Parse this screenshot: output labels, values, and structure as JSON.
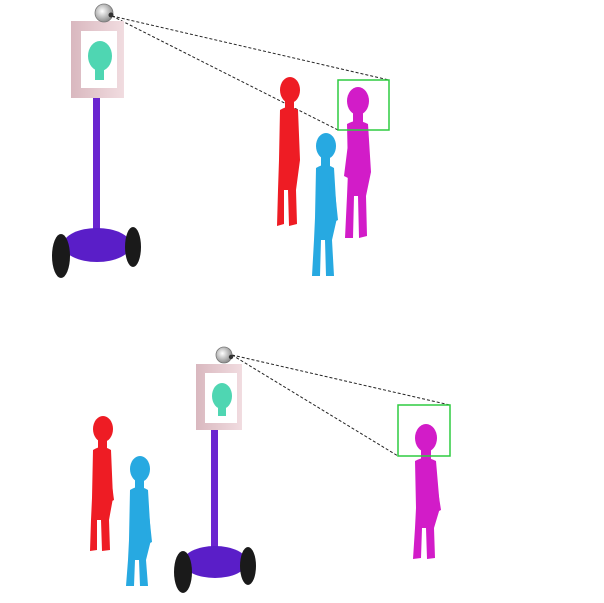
{
  "panels": [
    {
      "id": "panel-top",
      "robot": "telepresence-robot",
      "camera_target": "magenta-person",
      "people": [
        {
          "name": "red-person",
          "color": "#ee1c24"
        },
        {
          "name": "blue-person",
          "color": "#27a9e1"
        },
        {
          "name": "magenta-person",
          "color": "#d21cc8"
        }
      ]
    },
    {
      "id": "panel-bottom",
      "robot": "telepresence-robot",
      "camera_target": "magenta-person",
      "people": [
        {
          "name": "red-person",
          "color": "#ee1c24"
        },
        {
          "name": "blue-person",
          "color": "#27a9e1"
        },
        {
          "name": "magenta-person",
          "color": "#d21cc8"
        }
      ]
    }
  ],
  "colors": {
    "robot_pole": "#6a25d0",
    "robot_base": "#5a1ec8",
    "wheel": "#1a1a1a",
    "screen_frame": "#e7c9cf",
    "screen": "#ffffff",
    "face": "#4fd6b2",
    "camera": "#bdbdbd",
    "fov_line": "#222222",
    "detection_box": "#2ecc40"
  }
}
